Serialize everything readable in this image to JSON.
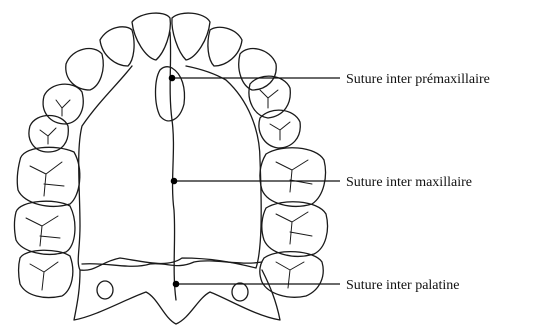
{
  "labels": {
    "premaxillary": "Suture inter prémaxillaire",
    "maxillary": "Suture inter maxillaire",
    "palatine": "Suture inter palatine"
  },
  "colors": {
    "ink": "#1a1a1a",
    "background": "#ffffff"
  }
}
